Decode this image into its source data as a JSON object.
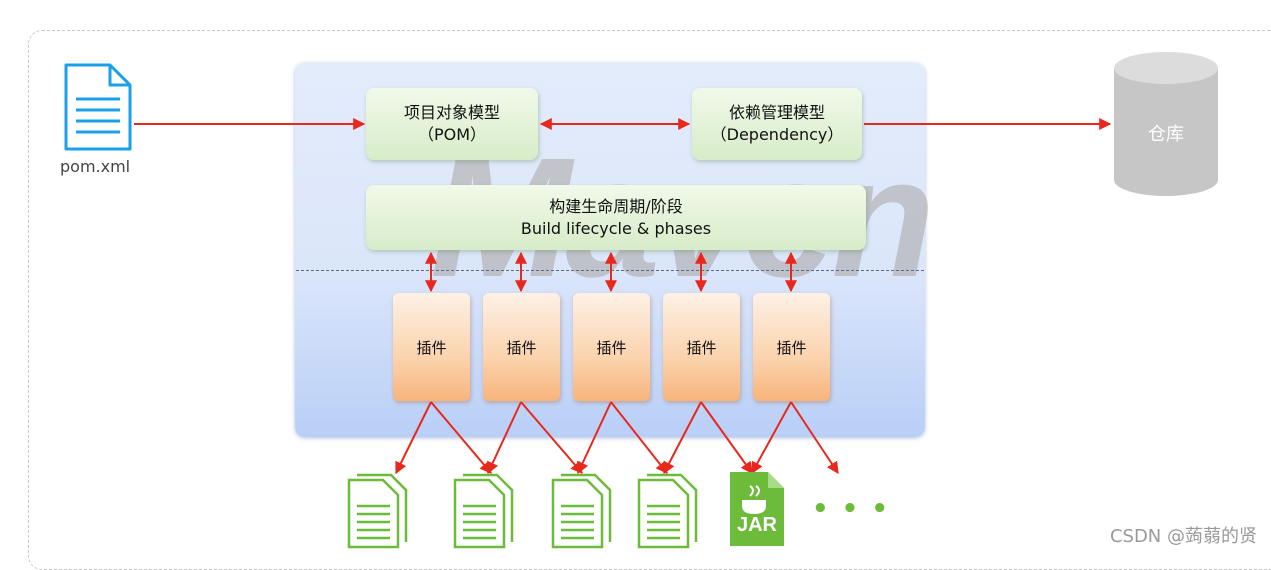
{
  "file": {
    "name": "pom.xml",
    "icon": "document-icon"
  },
  "repository": {
    "label": "仓库",
    "icon": "database-icon"
  },
  "pom_model": {
    "line1": "项目对象模型",
    "line2": "（POM）"
  },
  "dependency_model": {
    "line1": "依赖管理模型",
    "line2": "（Dependency）"
  },
  "lifecycle": {
    "line1": "构建生命周期/阶段",
    "line2": "Build lifecycle & phases"
  },
  "watermark": "Maven",
  "plugins": [
    "插件",
    "插件",
    "插件",
    "插件",
    "插件"
  ],
  "outputs": [
    {
      "icon": "document-stack-icon"
    },
    {
      "icon": "document-stack-icon"
    },
    {
      "icon": "document-stack-icon"
    },
    {
      "icon": "document-stack-icon"
    },
    {
      "icon": "jar-file-icon",
      "label": "JAR"
    }
  ],
  "ellipsis": "• • •",
  "credit": "CSDN @蒟蒻的贤",
  "colors": {
    "arrow": "#e8281c",
    "output_green": "#6dbb3a",
    "doc_blue": "#1aa0e8",
    "cylinder": "#c8c8c8"
  }
}
